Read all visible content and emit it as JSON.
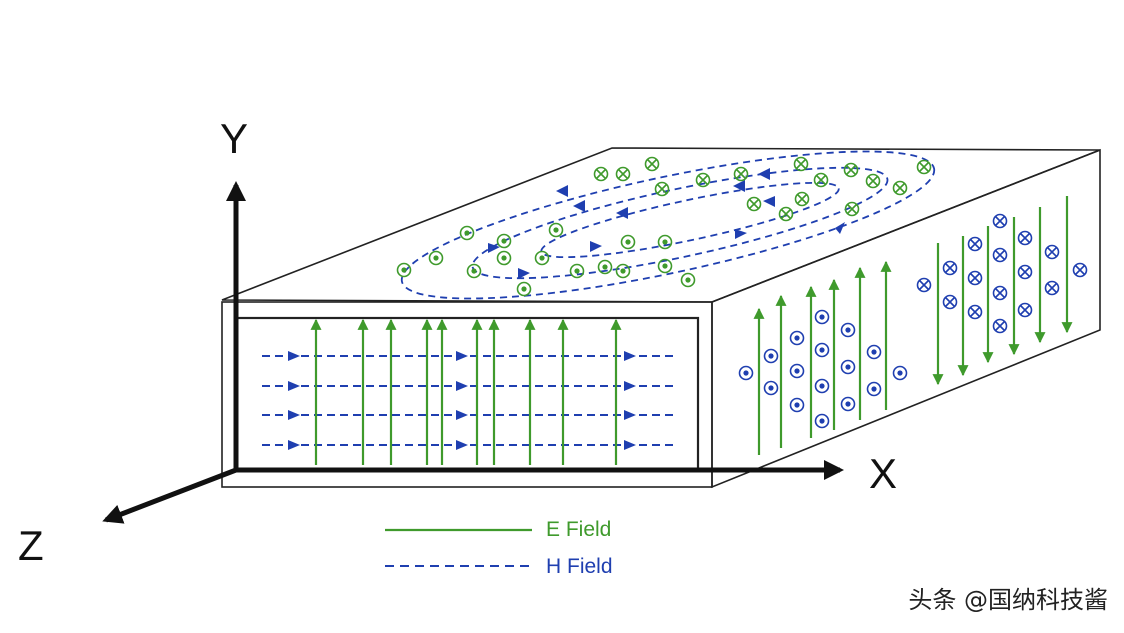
{
  "axes": {
    "y_label": "Y",
    "x_label": "X",
    "z_label": "Z"
  },
  "legend": {
    "e_field_label": "E Field",
    "h_field_label": "H Field"
  },
  "colors": {
    "e_field": "#3f9a2c",
    "h_field": "#1f3fb0",
    "axis": "#111111",
    "waveguide_outline": "#222222"
  },
  "symbols": {
    "out_of_page": "dot-in-circle-icon",
    "into_page": "cross-in-circle-icon"
  },
  "watermark": {
    "text": "头条 @国纳科技酱"
  }
}
